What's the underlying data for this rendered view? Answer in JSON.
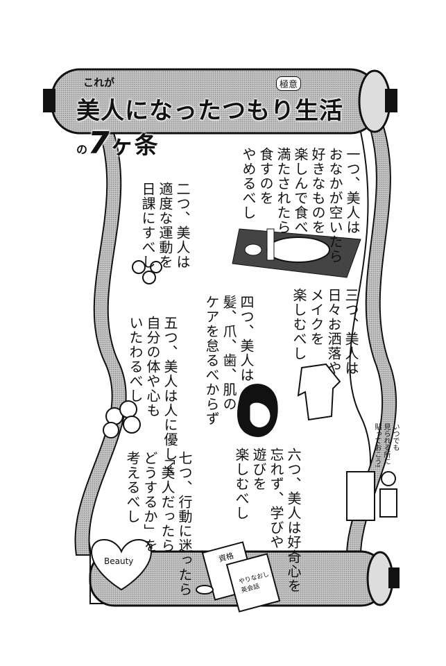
{
  "title": {
    "prefix": "これが",
    "main": "美人になったつもり生活",
    "particle": "の",
    "badge": "極意",
    "number": "7",
    "suffix": "ヶ条"
  },
  "rules": [
    {
      "text": "一つ、美人は\nおなかが空いたら\n好きなものを\n楽しんで食べ\n満たされたら\n食すのを\nやめるべし"
    },
    {
      "text": "二つ、美人は\n適度な運動を\n日課にすべし"
    },
    {
      "text": "三つ、美人は\n日々お洒落や\nメイクを\n楽しむべし"
    },
    {
      "text": "四つ、美人は\n髪、爪、歯、肌の\nケアを怠るべからず"
    },
    {
      "text": "五つ、美人は人に優しく\n自分の体や心も\nいたわるべし"
    },
    {
      "text": "六つ、美人は好奇心を\n忘れず、学びや\n遊びを\n楽しむべし"
    },
    {
      "text": "七つ、行動に迷ったら\n「美人だったら\nどうするか」を\n考えるべし"
    }
  ],
  "note": "いつでも\n見られる所に\n貼っておこう!",
  "illustrations": {
    "heart_label": "Beauty",
    "book1_label": "資格",
    "book2_label": "やりなおし英会話"
  },
  "colors": {
    "scroll": "#b5b5b5",
    "ink": "#111111"
  }
}
